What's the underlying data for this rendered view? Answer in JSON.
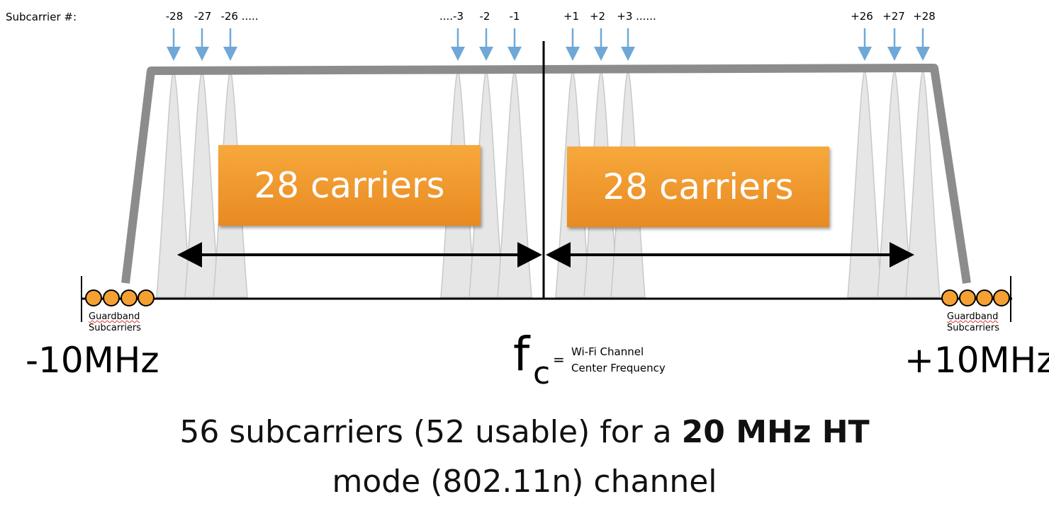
{
  "header_label": "Subcarrier #:",
  "subcarriers": [
    {
      "label": "-28"
    },
    {
      "label": "-27"
    },
    {
      "label": "-26 ....."
    },
    {
      "label": "....-3"
    },
    {
      "label": "-2"
    },
    {
      "label": "-1"
    },
    {
      "label": "+1"
    },
    {
      "label": "+2"
    },
    {
      "label": "+3 ......"
    },
    {
      "label": "+26"
    },
    {
      "label": "+27"
    },
    {
      "label": "+28"
    }
  ],
  "left_box": "28 carriers",
  "right_box": "28 carriers",
  "guardband_left": {
    "line1": "Guardband",
    "line2": "Subcarriers"
  },
  "guardband_right": {
    "line1": "Guardband",
    "line2": "Subcarriers"
  },
  "left_freq": "-10MHz",
  "right_freq": "+10MHz",
  "center": {
    "symbol": "f",
    "subscript": "c",
    "equals": "=",
    "line1": "Wi-Fi Channel",
    "line2": "Center Frequency"
  },
  "caption": {
    "line1_pre": "56 subcarriers (52 usable) for a ",
    "line1_bold": "20 MHz HT",
    "line2": "mode (802.11n) channel"
  },
  "colors": {
    "orange": "#f5a033",
    "arrow_blue": "#6fa8d6",
    "mask_gray": "#8c8c8c",
    "lobe_fill": "#e6e6e6"
  }
}
